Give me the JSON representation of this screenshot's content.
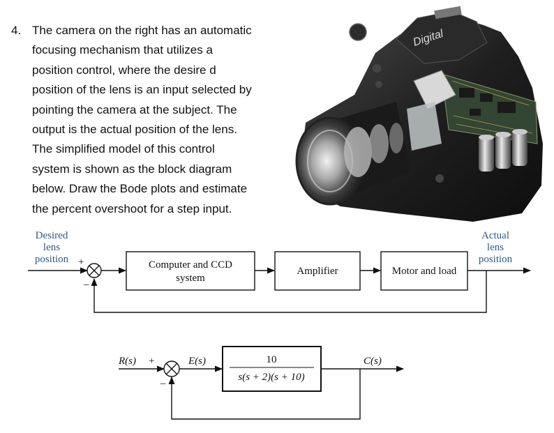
{
  "problem": {
    "number": "4.",
    "lines": [
      "The camera on the right has an automatic",
      "focusing mechanism that utilizes a",
      "position control, where the desire d",
      "position of the lens is an input selected by",
      "pointing the camera at the subject.  The",
      "output is the actual position of the lens.",
      "The simplified model of this control",
      "system is shown as the block diagram",
      "below.  Draw the Bode plots and estimate",
      "the percent overshoot for a step input."
    ]
  },
  "camera": {
    "brand_text": "Digital",
    "colors": {
      "body": "#1c1c1c",
      "highlight": "#9a9a9a",
      "board": "#3b4a3b",
      "gold": "#b59a54"
    }
  },
  "diagram1": {
    "input_label": [
      "Desired",
      "lens",
      "position"
    ],
    "output_label": [
      "Actual",
      "lens",
      "position"
    ],
    "plus_sign": "+",
    "minus_sign": "–",
    "blocks": [
      {
        "lines": [
          "Computer and CCD",
          "system"
        ]
      },
      {
        "lines": [
          "Amplifier"
        ]
      },
      {
        "lines": [
          "Motor and load"
        ]
      }
    ],
    "label_color": "#2a5a8a"
  },
  "diagram2": {
    "input": "R(s)",
    "error": "E(s)",
    "output": "C(s)",
    "plus_sign": "+",
    "minus_sign": "–",
    "tf_numerator": "10",
    "tf_denominator": "s(s + 2)(s + 10)"
  }
}
